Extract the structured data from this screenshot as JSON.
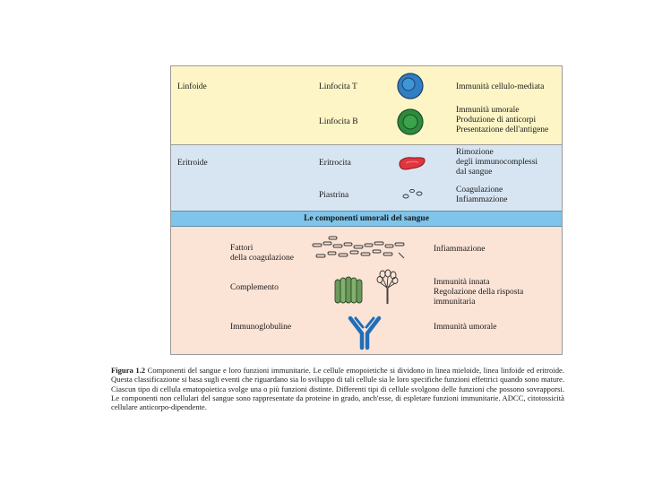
{
  "yellow": {
    "lineage": "Linfoide",
    "rows": [
      {
        "cell": "Linfocita T",
        "functions": [
          "Immunità cellulo-mediata"
        ]
      },
      {
        "cell": "Linfocita B",
        "functions": [
          "Immunità umorale",
          "Produzione di anticorpi",
          "Presentazione dell'antigene"
        ]
      }
    ]
  },
  "blue": {
    "lineage": "Eritroide",
    "rows": [
      {
        "cell": "Eritrocita",
        "functions": [
          "Rimozione",
          "degli immunocomplessi",
          "dal sangue"
        ]
      },
      {
        "cell": "Piastrina",
        "functions": [
          "Coagulazione",
          "Infiammazione"
        ]
      }
    ]
  },
  "header": {
    "title": "Le componenti umorali del sangue"
  },
  "pink": {
    "rows": [
      {
        "component": [
          "Fattori",
          "della coagulazione"
        ],
        "functions": [
          "Infiammazione"
        ]
      },
      {
        "component": [
          "Complemento"
        ],
        "functions": [
          "Immunità innata",
          "Regolazione della risposta",
          "immunitaria"
        ]
      },
      {
        "component": [
          "Immunoglobuline"
        ],
        "functions": [
          "Immunità umorale"
        ]
      }
    ]
  },
  "caption": {
    "label": "Figura 1.2",
    "text": "Componenti del sangue e loro funzioni immunitarie. Le cellule emopoietiche si dividono in linea mieloide, linea linfoide ed eritroide. Questa classificazione si basa sugli eventi che riguardano sia lo sviluppo di tali cellule sia le loro specifiche funzioni effettrici quando sono mature. Ciascun tipo di cellula ematopoietica svolge una o più funzioni distinte. Differenti tipi di cellule svolgono delle funzioni che possono sovrapporsi. Le componenti non cellulari del sangue sono rappresentate da proteine in grado, anch'esse, di espletare funzioni immunitarie. ADCC, citotossicità cellulare anticorpo-dipendente."
  },
  "colors": {
    "yellow_band": "#fdf5c6",
    "blue_band": "#d7e5f3",
    "header_band": "#7fc4ea",
    "pink_band": "#fbe3d6",
    "t_cell": "#2f7fc2",
    "b_cell": "#2e8b3e",
    "erythrocyte": "#e0353f",
    "complement": "#6a9a5a"
  },
  "icons": [
    "t-lymphocyte-icon",
    "b-lymphocyte-icon",
    "erythrocyte-icon",
    "platelet-icon",
    "coagulation-factors-icon",
    "complement-icon",
    "immunoglobulin-icon"
  ]
}
